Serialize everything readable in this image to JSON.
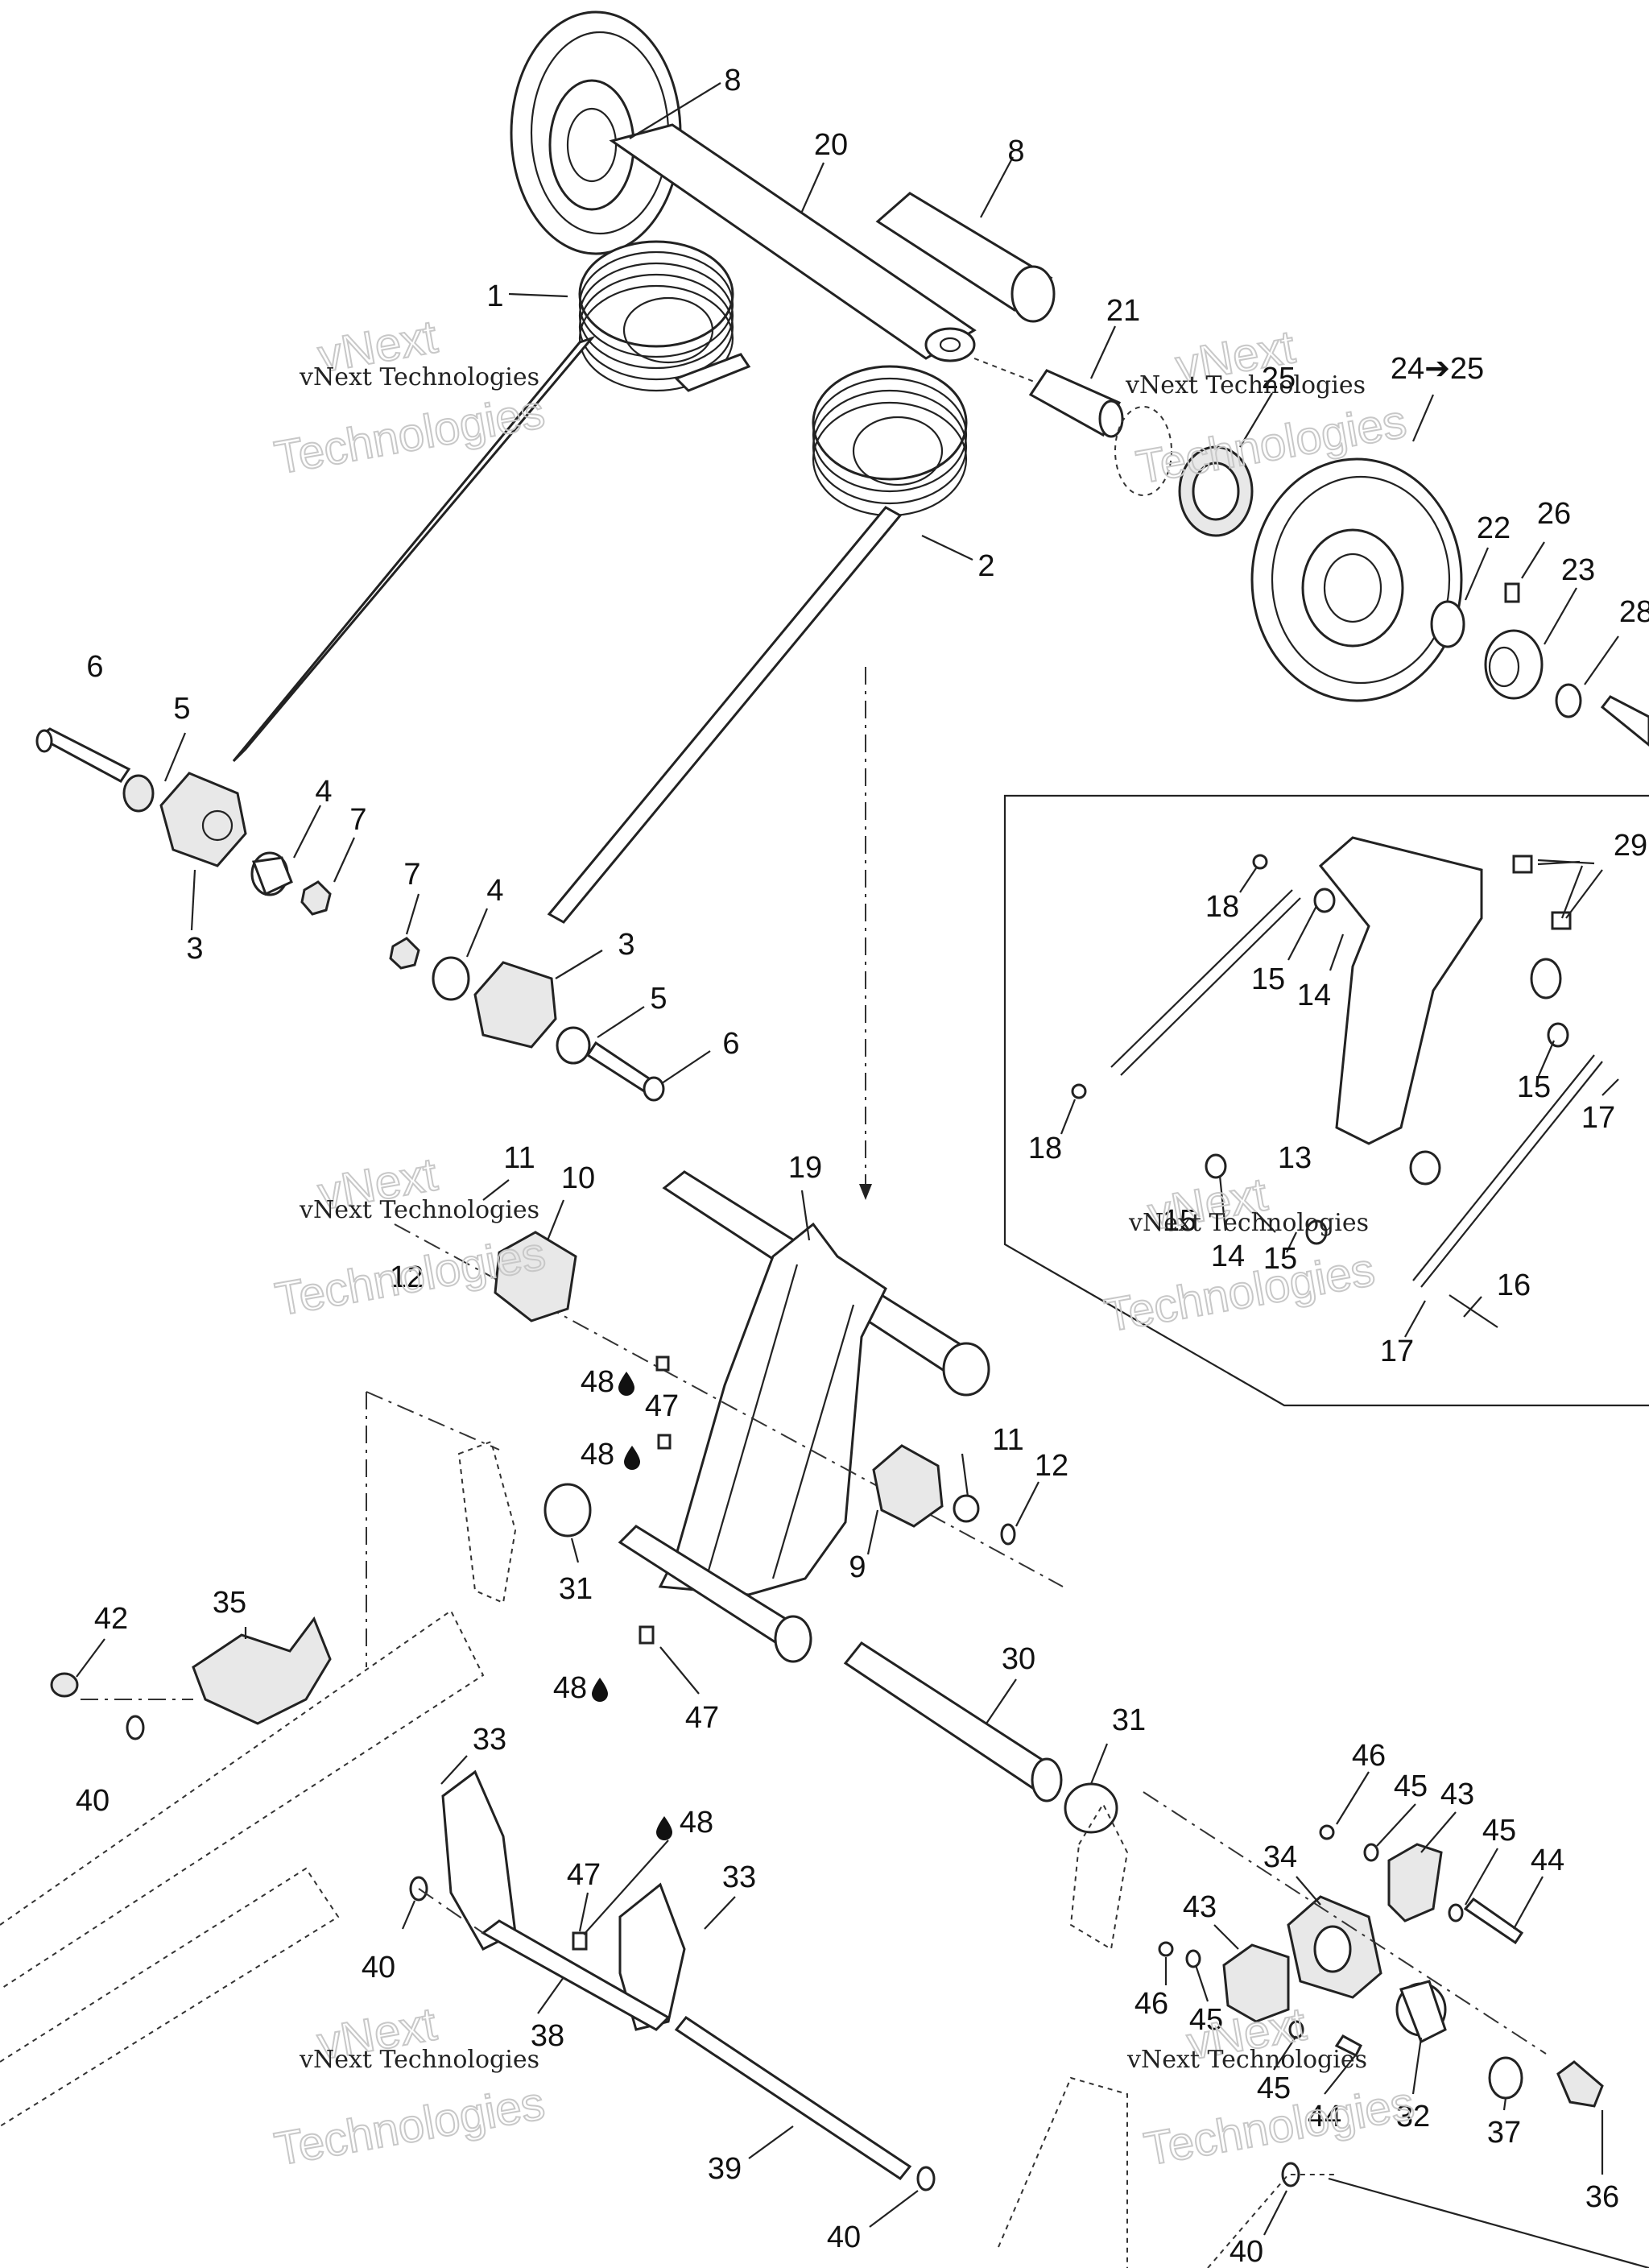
{
  "watermark": {
    "line1": "vNext",
    "line2": "vNext Technologies",
    "line3": "Technologies"
  },
  "callouts": [
    {
      "id": "c8a",
      "text": "8"
    },
    {
      "id": "c20",
      "text": "20"
    },
    {
      "id": "c8b",
      "text": "8"
    },
    {
      "id": "c1",
      "text": "1"
    },
    {
      "id": "c21",
      "text": "21"
    },
    {
      "id": "c25a",
      "text": "25"
    },
    {
      "id": "c24",
      "text": "24➔25"
    },
    {
      "id": "c2",
      "text": "2"
    },
    {
      "id": "c22",
      "text": "22"
    },
    {
      "id": "c26",
      "text": "26"
    },
    {
      "id": "c23",
      "text": "23"
    },
    {
      "id": "c28",
      "text": "28"
    },
    {
      "id": "c6a",
      "text": "6"
    },
    {
      "id": "c5a",
      "text": "5"
    },
    {
      "id": "c4a",
      "text": "4"
    },
    {
      "id": "c7a",
      "text": "7"
    },
    {
      "id": "c3a",
      "text": "3"
    },
    {
      "id": "c7b",
      "text": "7"
    },
    {
      "id": "c4b",
      "text": "4"
    },
    {
      "id": "c3b",
      "text": "3"
    },
    {
      "id": "c5b",
      "text": "5"
    },
    {
      "id": "c6b",
      "text": "6"
    },
    {
      "id": "c29",
      "text": "29"
    },
    {
      "id": "c18a",
      "text": "18"
    },
    {
      "id": "c15a",
      "text": "15"
    },
    {
      "id": "c14a",
      "text": "14"
    },
    {
      "id": "c15b",
      "text": "15"
    },
    {
      "id": "c17a",
      "text": "17"
    },
    {
      "id": "c18b",
      "text": "18"
    },
    {
      "id": "c13",
      "text": "13"
    },
    {
      "id": "c15c",
      "text": "15"
    },
    {
      "id": "c14b",
      "text": "14"
    },
    {
      "id": "c15d",
      "text": "15"
    },
    {
      "id": "c16",
      "text": "16"
    },
    {
      "id": "c17b",
      "text": "17"
    },
    {
      "id": "c11a",
      "text": "11"
    },
    {
      "id": "c10",
      "text": "10"
    },
    {
      "id": "c12a",
      "text": "12"
    },
    {
      "id": "c19",
      "text": "19"
    },
    {
      "id": "c48a",
      "text": "48"
    },
    {
      "id": "c47a",
      "text": "47"
    },
    {
      "id": "c48b",
      "text": "48"
    },
    {
      "id": "c11b",
      "text": "11"
    },
    {
      "id": "c12b",
      "text": "12"
    },
    {
      "id": "c9",
      "text": "9"
    },
    {
      "id": "c31a",
      "text": "31"
    },
    {
      "id": "c42",
      "text": "42"
    },
    {
      "id": "c35",
      "text": "35"
    },
    {
      "id": "c48c",
      "text": "48"
    },
    {
      "id": "c47b",
      "text": "47"
    },
    {
      "id": "c30",
      "text": "30"
    },
    {
      "id": "c40a",
      "text": "40"
    },
    {
      "id": "c33a",
      "text": "33"
    },
    {
      "id": "c31b",
      "text": "31"
    },
    {
      "id": "c46a",
      "text": "46"
    },
    {
      "id": "c45a",
      "text": "45"
    },
    {
      "id": "c43a",
      "text": "43"
    },
    {
      "id": "c45b",
      "text": "45"
    },
    {
      "id": "c44a",
      "text": "44"
    },
    {
      "id": "c48d",
      "text": "48"
    },
    {
      "id": "c47c",
      "text": "47"
    },
    {
      "id": "c33b",
      "text": "33"
    },
    {
      "id": "c34",
      "text": "34"
    },
    {
      "id": "c40b",
      "text": "40"
    },
    {
      "id": "c43b",
      "text": "43"
    },
    {
      "id": "c46b",
      "text": "46"
    },
    {
      "id": "c45c",
      "text": "45"
    },
    {
      "id": "c38",
      "text": "38"
    },
    {
      "id": "c45d",
      "text": "45"
    },
    {
      "id": "c44b",
      "text": "44"
    },
    {
      "id": "c32",
      "text": "32"
    },
    {
      "id": "c37",
      "text": "37"
    },
    {
      "id": "c39",
      "text": "39"
    },
    {
      "id": "c36",
      "text": "36"
    },
    {
      "id": "c40c",
      "text": "40"
    },
    {
      "id": "c40d",
      "text": "40"
    }
  ]
}
